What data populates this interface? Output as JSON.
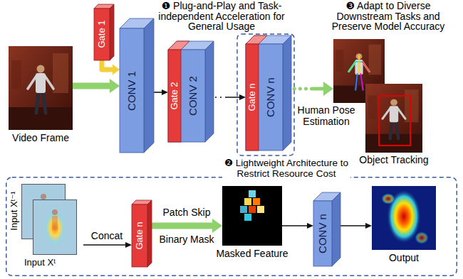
{
  "diagram": {
    "nodes": [
      {
        "text": [
          "Video Frame"
        ]
      },
      {
        "text": [
          "Gate 1"
        ]
      },
      {
        "text": [
          "CONV 1"
        ]
      },
      {
        "text": [
          "CONV 2"
        ]
      },
      {
        "text": [
          "Gate 2"
        ],
        "in": 3
      },
      {
        "text": [
          "CONV n"
        ]
      },
      {
        "text": [
          "Gate n"
        ],
        "in": 5
      },
      {
        "text": [
          "Human Pose Estimation"
        ]
      },
      {
        "text": [
          "Object Tracking"
        ]
      },
      {
        "text": [
          "❷ Lightweight Architecture to Restrict Resource Cost"
        ]
      },
      {
        "text": [
          "Input Xᵗ⁻¹",
          "Input Xᵗ"
        ],
        "in": 9
      },
      {
        "text": [
          "Gate n"
        ],
        "in": 9
      },
      {
        "text": [
          "Masked Feature"
        ],
        "in": 9
      },
      {
        "text": [
          "CONV n"
        ],
        "in": 9
      },
      {
        "text": [
          "Output"
        ],
        "in": 9
      }
    ],
    "edges": [
      {
        "from": 0,
        "to": 2,
        "arrow": "to"
      },
      {
        "from": 1,
        "to": 2,
        "arrow": "to"
      },
      {
        "from": 2,
        "to": 3,
        "arrow": "to"
      },
      {
        "from": 3,
        "to": 5,
        "arrow": "to"
      },
      {
        "from": 5,
        "to": 7,
        "arrow": "to"
      },
      {
        "from": 10,
        "to": 11,
        "label": "Concat",
        "arrow": "to"
      },
      {
        "from": 11,
        "to": 12,
        "label": "Patch Skip",
        "arrow": "to"
      },
      {
        "from": 12,
        "to": 13,
        "arrow": "to"
      },
      {
        "from": 13,
        "to": 14,
        "arrow": "to"
      }
    ],
    "labels": [
      "❶ Plug-and-Play and Task-independent Acceleration for General Usage",
      "❸ Adapt to Diverse Downstream Tasks and Preserve Model Accuracy",
      "Binary Mask"
    ]
  }
}
